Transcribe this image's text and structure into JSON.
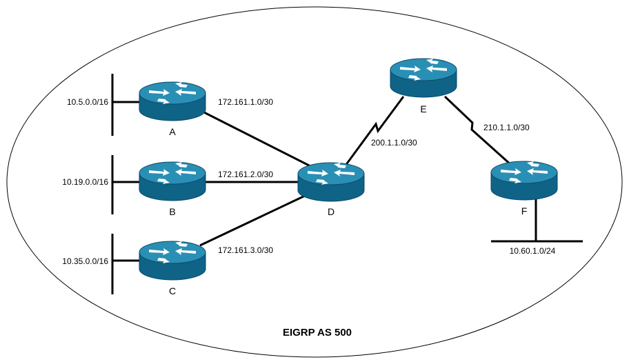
{
  "title": "EIGRP AS 500",
  "colors": {
    "router_top": "#2a8fb4",
    "router_body": "#0f6387",
    "arrow": "#ffffff",
    "line": "#000000"
  },
  "routers": [
    {
      "id": "A",
      "label": "A",
      "icon": "router-icon"
    },
    {
      "id": "B",
      "label": "B",
      "icon": "router-icon"
    },
    {
      "id": "C",
      "label": "C",
      "icon": "router-icon"
    },
    {
      "id": "D",
      "label": "D",
      "icon": "router-icon"
    },
    {
      "id": "E",
      "label": "E",
      "icon": "router-icon"
    },
    {
      "id": "F",
      "label": "F",
      "icon": "router-icon"
    }
  ],
  "lan_networks": [
    {
      "router": "A",
      "network": "10.5.0.0/16"
    },
    {
      "router": "B",
      "network": "10.19.0.0/16"
    },
    {
      "router": "C",
      "network": "10.35.0.0/16"
    },
    {
      "router": "F",
      "network": "10.60.1.0/24"
    }
  ],
  "links": [
    {
      "from": "A",
      "to": "D",
      "network": "172.161.1.0/30",
      "type": "ethernet"
    },
    {
      "from": "B",
      "to": "D",
      "network": "172.161.2.0/30",
      "type": "ethernet"
    },
    {
      "from": "C",
      "to": "D",
      "network": "172.161.3.0/30",
      "type": "ethernet"
    },
    {
      "from": "D",
      "to": "E",
      "network": "200.1.1.0/30",
      "type": "serial"
    },
    {
      "from": "E",
      "to": "F",
      "network": "210.1.1.0/30",
      "type": "serial"
    }
  ]
}
